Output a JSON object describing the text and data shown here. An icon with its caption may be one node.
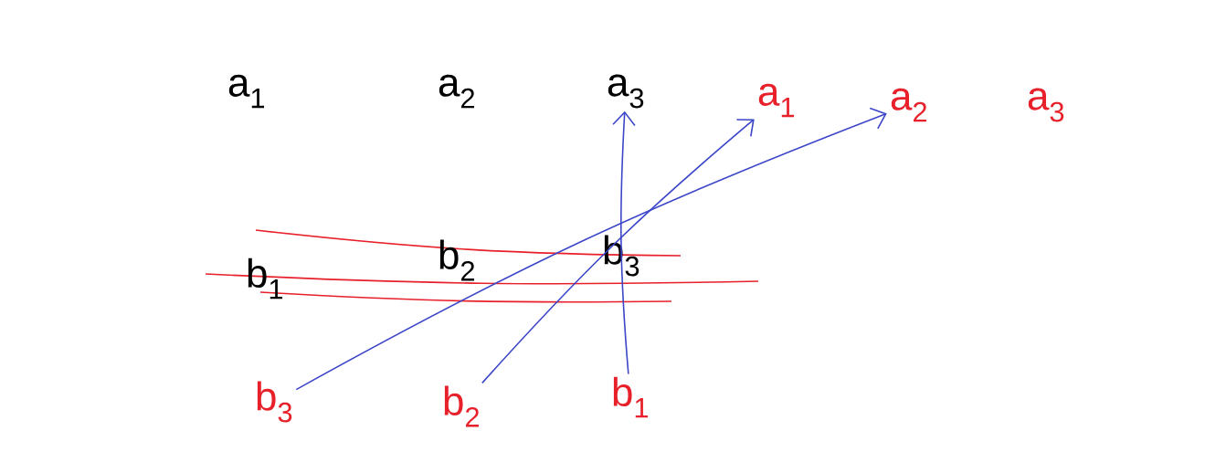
{
  "diagram": {
    "nodes": [
      {
        "text": [
          "a$_{1}$"
        ]
      },
      {
        "text": [
          "a$_{2}$"
        ]
      },
      {
        "text": [
          "a$_{3}$"
        ]
      },
      {
        "text": [
          "a$_{1}$"
        ]
      },
      {
        "text": [
          "a$_{2}$"
        ]
      },
      {
        "text": [
          "a$_{3}$"
        ]
      },
      {
        "text": [
          "b$_{1}$"
        ]
      },
      {
        "text": [
          "b$_{2}$"
        ]
      },
      {
        "text": [
          "b$_{3}$"
        ]
      },
      {
        "text": [
          "b$_{3}$"
        ]
      },
      {
        "text": [
          "b$_{2}$"
        ]
      },
      {
        "text": [
          "b$_{1}$"
        ]
      }
    ],
    "edges": [
      {
        "from": 9,
        "to": 4,
        "arrow": "to"
      },
      {
        "from": 10,
        "to": 3,
        "arrow": "to"
      },
      {
        "from": 11,
        "to": 2,
        "arrow": "to"
      }
    ]
  }
}
